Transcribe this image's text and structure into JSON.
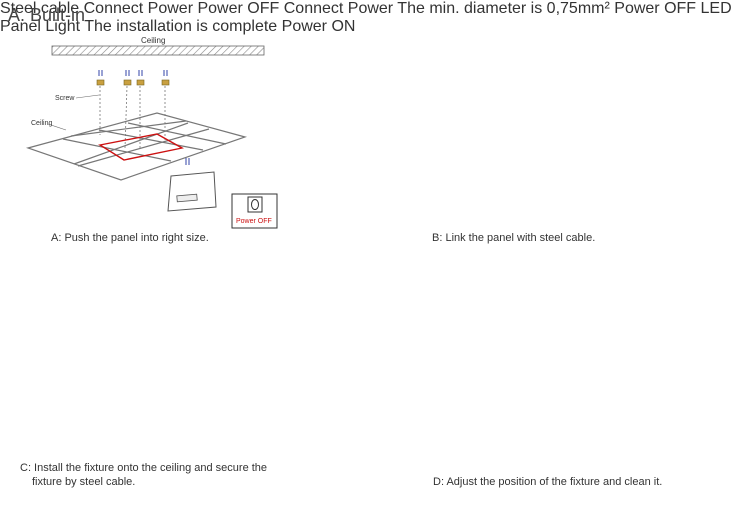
{
  "section_title": "A. Built-in",
  "panel_a": {
    "ceiling_label": "Ceiling",
    "screw_label": "Screw",
    "ceiling_side_label": "Ceiling",
    "power_badge": "Power OFF",
    "caption": "A: Push the panel into right size."
  },
  "panel_b": {
    "cable_label": "Steel cable",
    "connect_label": "Connect",
    "power_label": "Power",
    "power_badge": "Power OFF",
    "caption": "B: Link the panel with steel cable."
  },
  "panel_c": {
    "connect_label": "Connect",
    "power_label": "Power",
    "diameter_note": "The min. diameter is 0,75mm²",
    "power_badge": "Power OFF",
    "caption_line1": "C: Install the fixture onto the ceiling and secure the",
    "caption_line2": "fixture by steel cable."
  },
  "panel_d": {
    "panel_label": "LED Panel Light",
    "complete_text": "The installation is complete",
    "power_badge": "Power ON",
    "caption": "D: Adjust the position of the fixture and clean it."
  },
  "colors": {
    "accent_red": "#cc1111",
    "line": "#555555",
    "hatch": "#888888"
  }
}
